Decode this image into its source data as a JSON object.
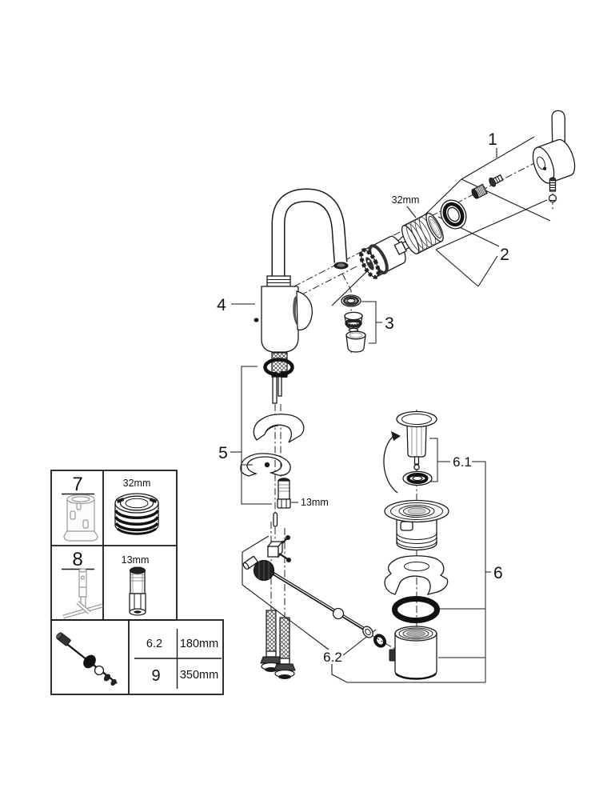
{
  "diagram": {
    "callouts": {
      "handle": "1",
      "trim_group": "2",
      "aerator": "3",
      "body": "4",
      "mounting": "5",
      "drain": "6",
      "drain_plug": "6.1",
      "popup_rod": "6.2"
    },
    "dimensions": {
      "ring_size": "32mm",
      "stud_size": "13mm"
    }
  },
  "parts_table": {
    "tools": [
      {
        "num": "7",
        "size": "32mm"
      },
      {
        "num": "8",
        "size": "13mm"
      }
    ],
    "lengths": [
      {
        "ref": "6.2",
        "value": "180mm"
      },
      {
        "ref": "9",
        "value": "350mm"
      }
    ]
  },
  "colors": {
    "line": "#1a1a1a",
    "background": "#ffffff"
  }
}
